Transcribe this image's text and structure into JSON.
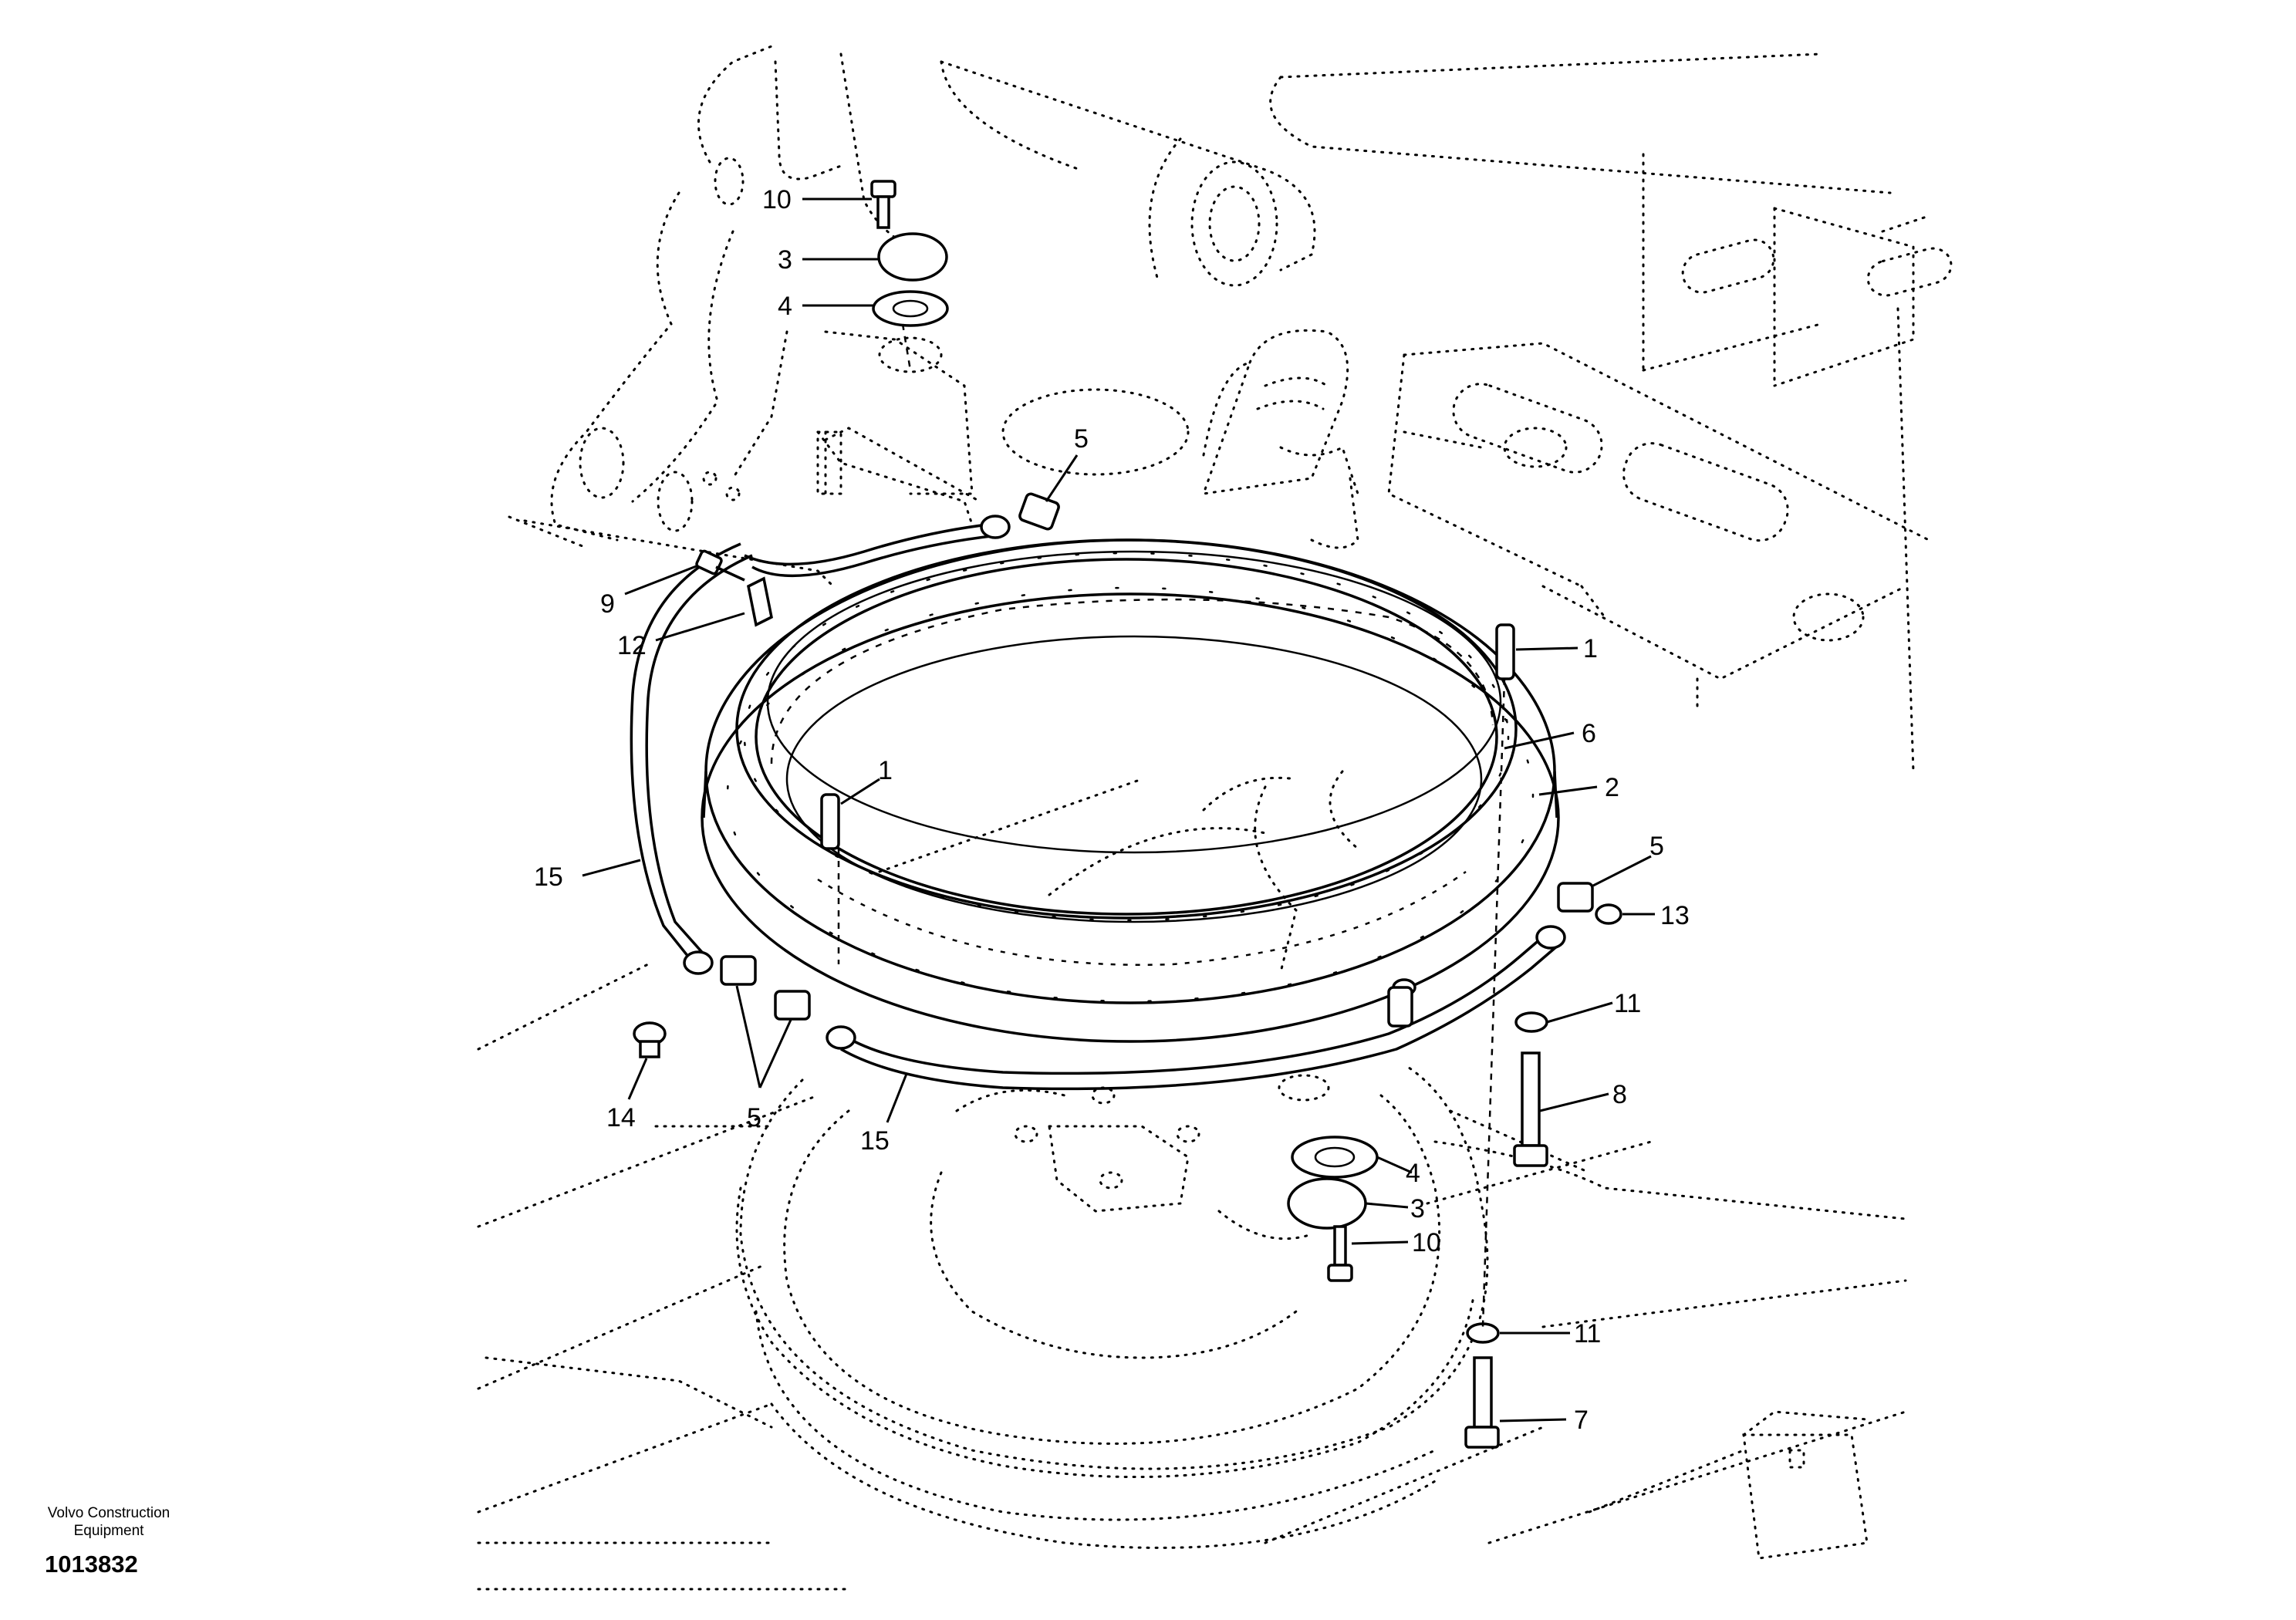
{
  "footer": {
    "brand_line1": "Volvo Construction",
    "brand_line2": "Equipment",
    "drawing_number": "1013832"
  },
  "callouts": {
    "c10_top": "10",
    "c3_top": "3",
    "c4_top": "4",
    "c5_top": "5",
    "c9": "9",
    "c12": "12",
    "c1_right": "1",
    "c1_center": "1",
    "c6": "6",
    "c2": "2",
    "c15_left": "15",
    "c5_right": "5",
    "c13": "13",
    "c14": "14",
    "c5_bottom": "5",
    "c15_bottom": "15",
    "c11_upper": "11",
    "c8": "8",
    "c4_bottom": "4",
    "c3_bottom": "3",
    "c10_bottom": "10",
    "c11_lower": "11",
    "c7": "7"
  }
}
